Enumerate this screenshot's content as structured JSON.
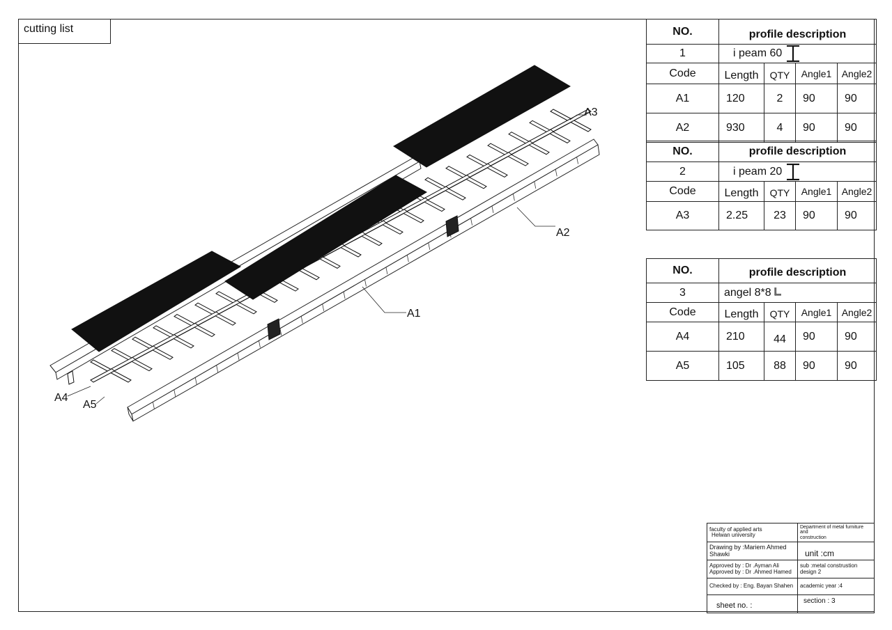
{
  "sheet_title": "cutting list",
  "profiles": [
    {
      "no_header": "NO.",
      "desc_header": "profile description",
      "no": "1",
      "description": "i peam 60",
      "symbol": "i-beam-icon",
      "col_headers": [
        "Code",
        "Length",
        "QTY",
        "Angle1",
        "Angle2"
      ],
      "rows": [
        {
          "code": "A1",
          "length": "120",
          "qty": "2",
          "angle1": "90",
          "angle2": "90"
        },
        {
          "code": "A2",
          "length": "930",
          "qty": "4",
          "angle1": "90",
          "angle2": "90"
        }
      ]
    },
    {
      "no_header": "NO.",
      "desc_header": "profile description",
      "no": "2",
      "description": "i peam 20",
      "symbol": "i-beam-icon",
      "col_headers": [
        "Code",
        "Length",
        "QTY",
        "Angle1",
        "Angle2"
      ],
      "rows": [
        {
          "code": "A3",
          "length": "2.25",
          "qty": "23",
          "angle1": "90",
          "angle2": "90"
        }
      ]
    },
    {
      "no_header": "NO.",
      "desc_header": "profile description",
      "no": "3",
      "description": "angel 8*8",
      "symbol": "angle-profile-icon",
      "col_headers": [
        "Code",
        "Length",
        "QTY",
        "Angle1",
        "Angle2"
      ],
      "rows": [
        {
          "code": "A4",
          "length": "210",
          "qty": "44",
          "angle1": "90",
          "angle2": "90"
        },
        {
          "code": "A5",
          "length": "105",
          "qty": "88",
          "angle1": "90",
          "angle2": "90"
        }
      ]
    }
  ],
  "callouts": [
    "A3",
    "A2",
    "A1",
    "A4",
    "A5"
  ],
  "title_block": {
    "faculty_line1": "faculty of applied arts",
    "faculty_line2": "Helwan university",
    "department_line1": "Department of metal furniture and",
    "department_line2": "construction",
    "drawing_by_line1": "Drawing by :Mariem Ahmed",
    "drawing_by_line2": "Shawki",
    "unit": "unit :cm",
    "approved_by_1": "Approved by : Dr .Ayman Ali",
    "approved_by_2": "Approved by : Dr .Ahmed Hamed",
    "subject_line1": "sub :metal construstion",
    "subject_line2": "design 2",
    "checked_by": "Checked by : Eng. Bayan Shahen",
    "academic_year": "academic year :4",
    "sheet_no": "sheet no. :",
    "section": "section : 3"
  }
}
